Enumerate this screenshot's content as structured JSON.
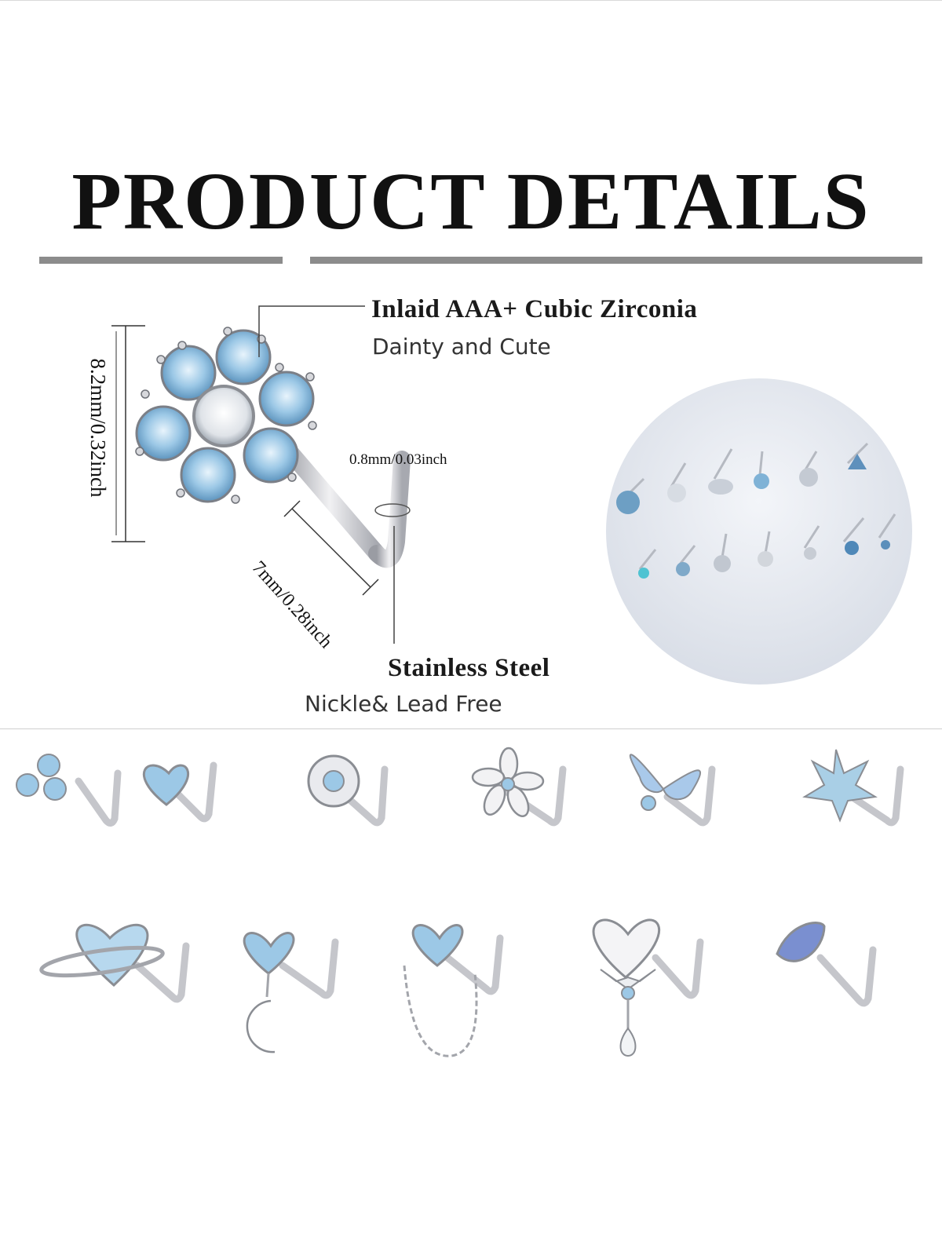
{
  "header": {
    "title": "PRODUCT DETAILS"
  },
  "callouts": {
    "stone_title": "Inlaid AAA+ Cubic Zirconia",
    "stone_sub": "Dainty and Cute",
    "material_title": "Stainless Steel",
    "material_sub": "Nickle& Lead Free"
  },
  "dimensions": {
    "height": "8.2mm/0.32inch",
    "post_length": "7mm/0.28inch",
    "gauge": "0.8mm/0.03inch"
  },
  "colors": {
    "stone_blue": "#9cc8e6",
    "metal": "#c8c8cc",
    "bar_gray": "#8c8c8c"
  },
  "gallery": {
    "row1": [
      "clover-stud-icon",
      "heart-stud-icon",
      "heart-flower-stud-icon",
      "daisy-stud-icon",
      "butterfly-stud-icon",
      "leaf-stud-icon"
    ],
    "row2": [
      "planet-heart-stud-icon",
      "heart-moon-dangle-icon",
      "heart-chain-dangle-icon",
      "winged-heart-dangle-icon",
      "marquise-stud-icon"
    ]
  }
}
